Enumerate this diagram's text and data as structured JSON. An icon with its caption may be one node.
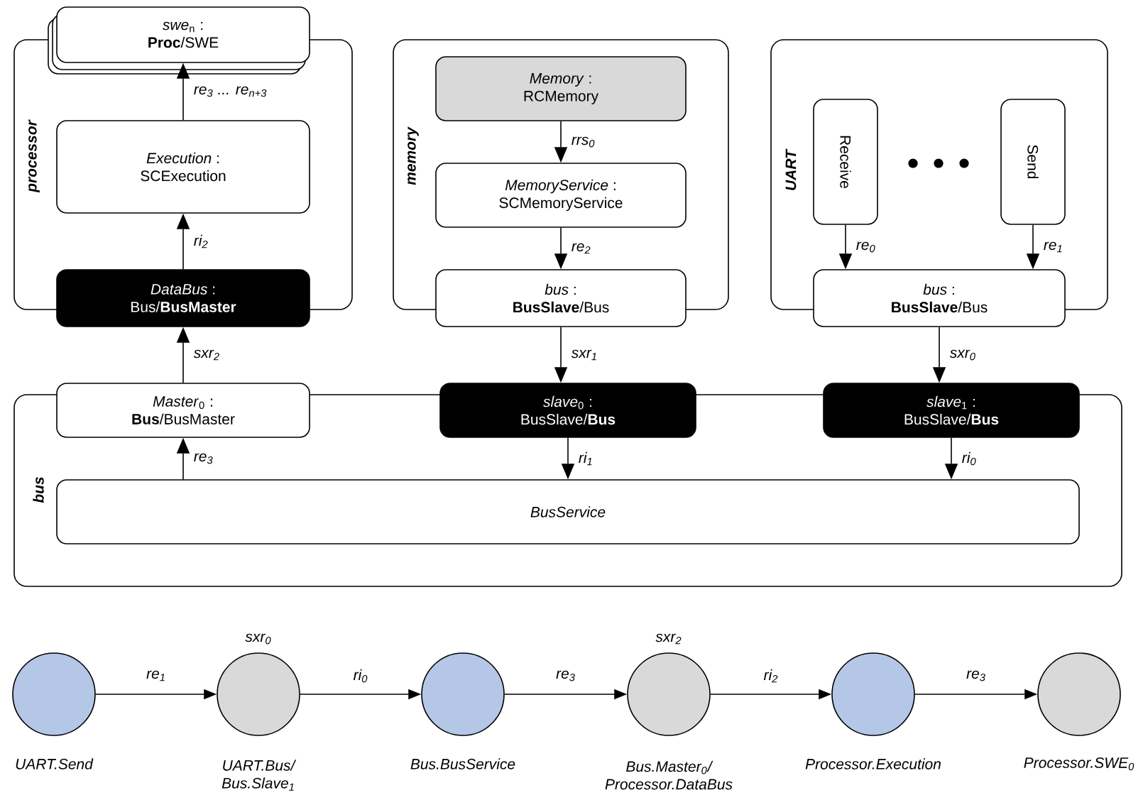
{
  "diagram": {
    "nodes": [
      {
        "text": [
          "processor"
        ]
      },
      {
        "text": [
          "*swe*$_{n}$ :",
          "**Proc**/SWE"
        ]
      },
      {
        "text": [
          "*Execution* :",
          "SCExecution"
        ],
        "in": 0
      },
      {
        "text": [
          "*DataBus* :",
          "Bus/**BusMaster**"
        ]
      },
      {
        "text": [
          "memory"
        ]
      },
      {
        "text": [
          "*Memory* :",
          "RCMemory"
        ],
        "in": 4
      },
      {
        "text": [
          "*MemoryService* :",
          "SCMemoryService"
        ],
        "in": 4
      },
      {
        "text": [
          "*bus* :",
          "**BusSlave**/Bus"
        ]
      },
      {
        "text": [
          "UART"
        ]
      },
      {
        "text": [
          "Receive"
        ],
        "in": 8
      },
      {
        "text": [
          "Send"
        ],
        "in": 8
      },
      {
        "text": [
          "*bus* :",
          "**BusSlave**/Bus"
        ]
      },
      {
        "text": [
          "bus"
        ]
      },
      {
        "text": [
          "*Master*$_{0}$ :",
          "**Bus**/BusMaster"
        ]
      },
      {
        "text": [
          "*slave*$_{0}$ :",
          "BusSlave/**Bus**"
        ]
      },
      {
        "text": [
          "*slave*$_{1}$ :",
          "BusSlave/**Bus**"
        ]
      },
      {
        "text": [
          "*BusService*"
        ],
        "in": 12
      },
      {
        "text": [],
        "shape": "circle",
        "beside": [
          "UART.Send"
        ]
      },
      {
        "text": [],
        "shape": "circle",
        "beside": [
          "sxr$_{0}$",
          "UART.Bus/ Bus.Slave$_{1}$"
        ]
      },
      {
        "text": [],
        "shape": "circle",
        "beside": [
          "Bus.BusService"
        ]
      },
      {
        "text": [],
        "shape": "circle",
        "beside": [
          "sxr$_{2}$",
          "Bus.Master$_{0}$/ Processor.DataBus"
        ]
      },
      {
        "text": [],
        "shape": "circle",
        "beside": [
          "Processor.Execution"
        ]
      },
      {
        "text": [],
        "shape": "circle",
        "beside": [
          "Processor.SWE$_{0}$"
        ]
      }
    ],
    "edges": [
      {
        "from": 2,
        "to": 1,
        "arrow": "to",
        "label": "re$_{3}$ ... re$_{n+3}$"
      },
      {
        "from": 3,
        "to": 2,
        "arrow": "to",
        "label": "ri$_{2}$"
      },
      {
        "from": 13,
        "to": 3,
        "arrow": "to",
        "label": "sxr$_{2}$"
      },
      {
        "from": 16,
        "to": 13,
        "arrow": "to",
        "label": "re$_{3}$"
      },
      {
        "from": 5,
        "to": 6,
        "arrow": "to",
        "label": "rrs$_{0}$"
      },
      {
        "from": 6,
        "to": 7,
        "arrow": "to",
        "label": "re$_{2}$"
      },
      {
        "from": 7,
        "to": 14,
        "arrow": "to",
        "label": "sxr$_{1}$"
      },
      {
        "from": 14,
        "to": 16,
        "arrow": "to",
        "label": "ri$_{1}$"
      },
      {
        "from": 9,
        "to": 11,
        "arrow": "to",
        "label": "re$_{0}$"
      },
      {
        "from": 10,
        "to": 11,
        "arrow": "to",
        "label": "re$_{1}$"
      },
      {
        "from": 11,
        "to": 15,
        "arrow": "to",
        "label": "sxr$_{0}$"
      },
      {
        "from": 15,
        "to": 16,
        "arrow": "to",
        "label": "ri$_{0}$"
      },
      {
        "from": 17,
        "to": 18,
        "arrow": "to",
        "label": "re$_{1}$"
      },
      {
        "from": 18,
        "to": 19,
        "arrow": "to",
        "label": "ri$_{0}$"
      },
      {
        "from": 19,
        "to": 20,
        "arrow": "to",
        "label": "re$_{3}$"
      },
      {
        "from": 20,
        "to": 21,
        "arrow": "to",
        "label": "ri$_{2}$"
      },
      {
        "from": 21,
        "to": 22,
        "arrow": "to",
        "label": "re$_{3}$"
      }
    ]
  }
}
